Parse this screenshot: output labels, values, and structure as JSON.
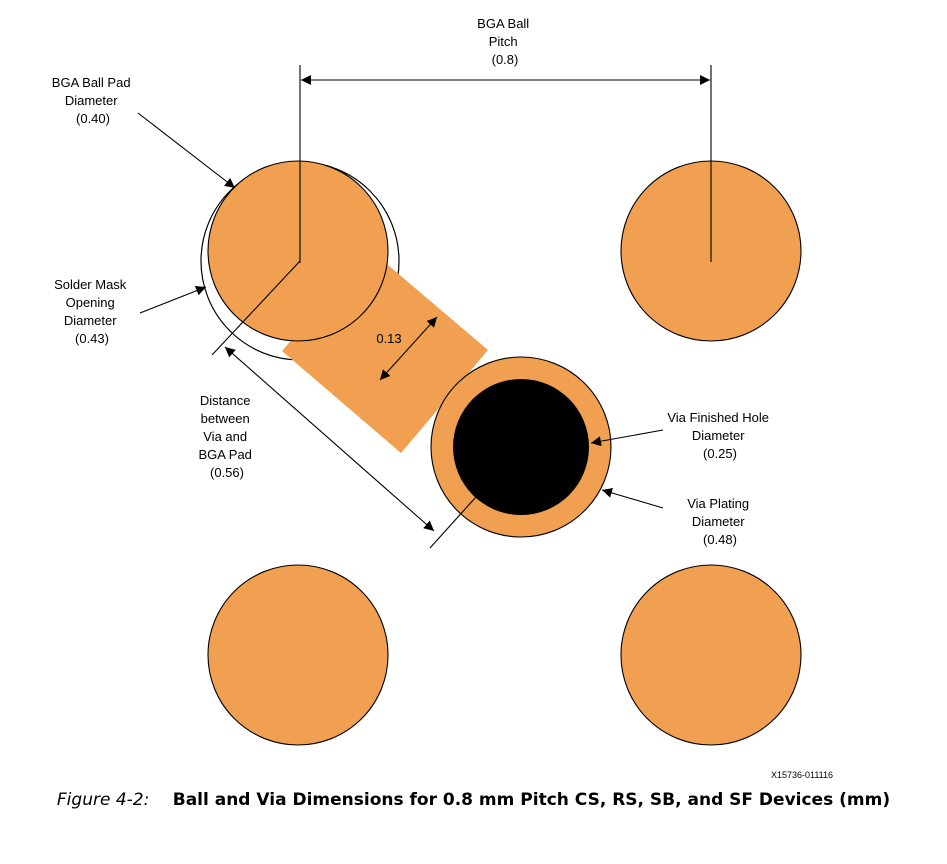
{
  "colors": {
    "copper": "#f0a050",
    "hole": "#000000",
    "mask_ring": "#ffffff",
    "line": "#000000"
  },
  "labels": {
    "pitch": [
      "BGA Ball",
      "Pitch",
      "(0.8)"
    ],
    "pad_diameter": [
      "BGA Ball Pad",
      "Diameter",
      "(0.40)"
    ],
    "mask_opening": [
      "Solder Mask",
      "Opening",
      "Diameter",
      "(0.43)"
    ],
    "trace_width": "0.13",
    "via_distance": [
      "Distance",
      "between",
      "Via and",
      "BGA Pad",
      "(0.56)"
    ],
    "via_hole": [
      "Via Finished Hole",
      "Diameter",
      "(0.25)"
    ],
    "via_plating": [
      "Via Plating",
      "Diameter",
      "(0.48)"
    ]
  },
  "figure_id": "X15736-011116",
  "caption": {
    "number": "Figure 4-2:",
    "title": "Ball and Via Dimensions for 0.8 mm Pitch CS, RS, SB, and SF Devices (mm)"
  }
}
